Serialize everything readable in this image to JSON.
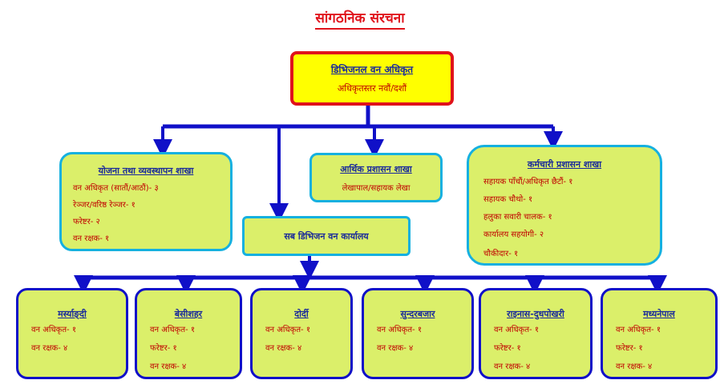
{
  "title": "सांगठनिक संरचना",
  "top": {
    "name": "डिभिजनल वन अधिकृत",
    "sub": "अधिकृतस्तर नवौं/दशौं"
  },
  "yojana": {
    "name": "योजना तथा व्यवस्थापन शाखा",
    "lines": [
      "वन अधिकृत (सातौं/आठौं)- ३",
      "रेञ्जर/वरिष्ठ रेञ्जर- १",
      "फरेष्टर- २",
      "वन रक्षक- १"
    ]
  },
  "arthik": {
    "name": "आर्थिक प्रशासन शाखा",
    "lines": [
      "लेखापाल/सहायक लेखा"
    ]
  },
  "karmachari": {
    "name": "कर्मचारी प्रशासन शाखा",
    "lines": [
      "सहायक पाँचौं/अधिकृत छैटौं- १",
      "सहायक चौथो- १",
      "हलुका सवारी चालक- १",
      "कार्यालय सहयोगी- २",
      "चौकीदार- १"
    ]
  },
  "upa": {
    "name": "सब डिभिजन वन कार्यालय"
  },
  "offices": [
    {
      "name": "मर्स्याङ्दी",
      "lines": [
        "वन अधिकृत- १",
        "वन रक्षक- ४"
      ]
    },
    {
      "name": "बेसीशहर",
      "lines": [
        "वन अधिकृत- १",
        "फरेष्टर- १",
        "वन रक्षक- ४"
      ]
    },
    {
      "name": "दोर्दी",
      "lines": [
        "वन अधिकृत- १",
        "वन रक्षक- ४"
      ]
    },
    {
      "name": "सुन्दरबजार",
      "lines": [
        "वन अधिकृत- १",
        "वन रक्षक- ४"
      ]
    },
    {
      "name": "राइनास-दुधपोखरी",
      "lines": [
        "वन अधिकृत- १",
        "फरेष्टर- १",
        "वन रक्षक- ४"
      ]
    },
    {
      "name": "मध्यनेपाल",
      "lines": [
        "वन अधिकृत- १",
        "फरेष्टर- १",
        "वन रक्षक- ४"
      ]
    }
  ],
  "colors": {
    "line": "#1010c8",
    "title": "#e0121b",
    "fill": "#dbef6a",
    "top_fill": "#ffff00"
  }
}
